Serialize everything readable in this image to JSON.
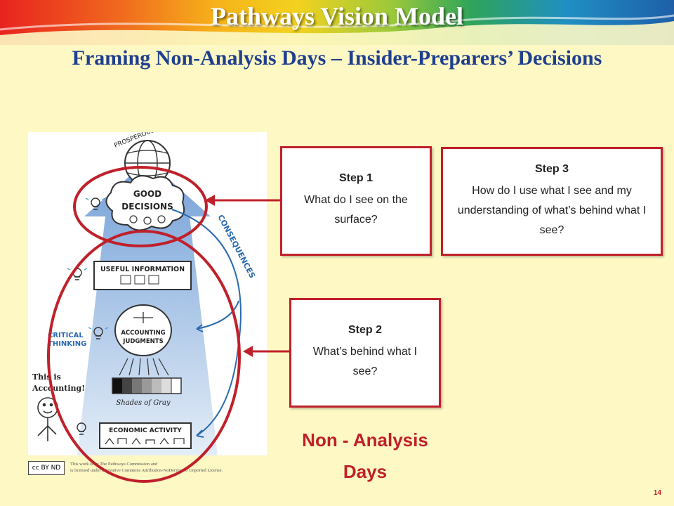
{
  "slide": {
    "title": "Pathways Vision Model",
    "subtitle": "Framing Non-Analysis  Days – Insider-Preparers’ Decisions",
    "page_number": "14"
  },
  "illustration": {
    "labels": {
      "prosperous_society": "PROSPEROUS SOCIETY",
      "good": "GOOD",
      "decisions": "DECISIONS",
      "consequences": "CONSEQUENCES",
      "useful_information": "USEFUL INFORMATION",
      "accounting": "ACCOUNTING",
      "judgments": "JUDGMENTS",
      "critical": "CRITICAL",
      "thinking": "THINKING",
      "this_is": "This is",
      "accounting_exclaim": "Accounting!",
      "shades_of_gray": "Shades of Gray",
      "economic_activity": "ECONOMIC ACTIVITY"
    },
    "license_badge": "cc BY ND",
    "license_line1": "This work is by The Pathways Commission and",
    "license_line2": "is licensed under a Creative Commons Attribution-NoDerivs 3.0 Unported License."
  },
  "steps": {
    "step1": {
      "title": "Step 1",
      "text": "What do I see on the surface?"
    },
    "step2": {
      "title": "Step 2",
      "text": "What’s behind what I see?"
    },
    "step3": {
      "title": "Step 3",
      "text": "How do I use what I see and my understanding of what’s behind what I see?"
    }
  },
  "footer": {
    "non_analysis_line1": "Non - Analysis",
    "non_analysis_line2": "Days"
  },
  "colors": {
    "accent_red": "#c0202a",
    "subtitle_blue": "#1f3f8f",
    "background": "#fdf8c4"
  }
}
